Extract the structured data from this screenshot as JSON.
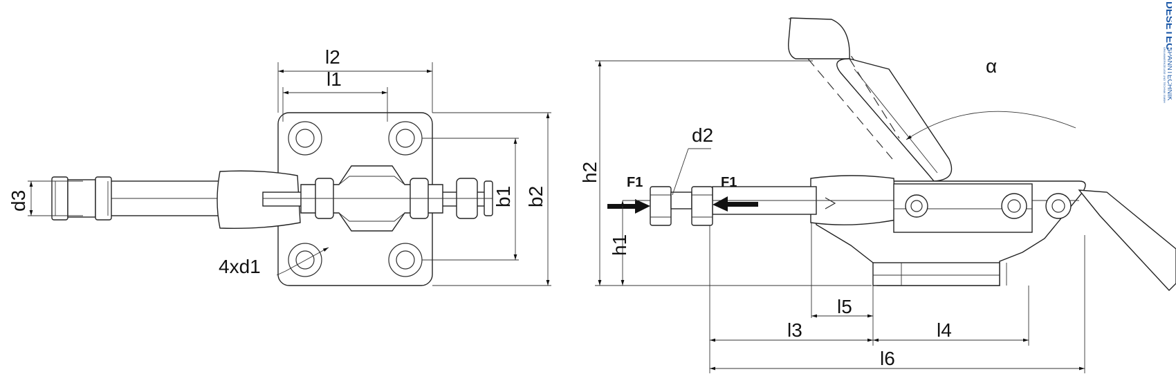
{
  "logo": {
    "brand": "DESETEC",
    "subtitle": "SPANNTECHNIK",
    "tagline": "SPANNWERKZEUGE UND TECHNIK GMBH"
  },
  "top_view": {
    "labels": {
      "l2": "l2",
      "l1": "l1",
      "d3": "d3",
      "b1": "b1",
      "b2": "b2",
      "hole": "4xd1"
    }
  },
  "side_view": {
    "labels": {
      "d2": "d2",
      "h2": "h2",
      "h1": "h1",
      "alpha": "α",
      "f1_left": "F1",
      "f1_right": "F1",
      "l3": "l3",
      "l4": "l4",
      "l5": "l5",
      "l6": "l6"
    }
  }
}
